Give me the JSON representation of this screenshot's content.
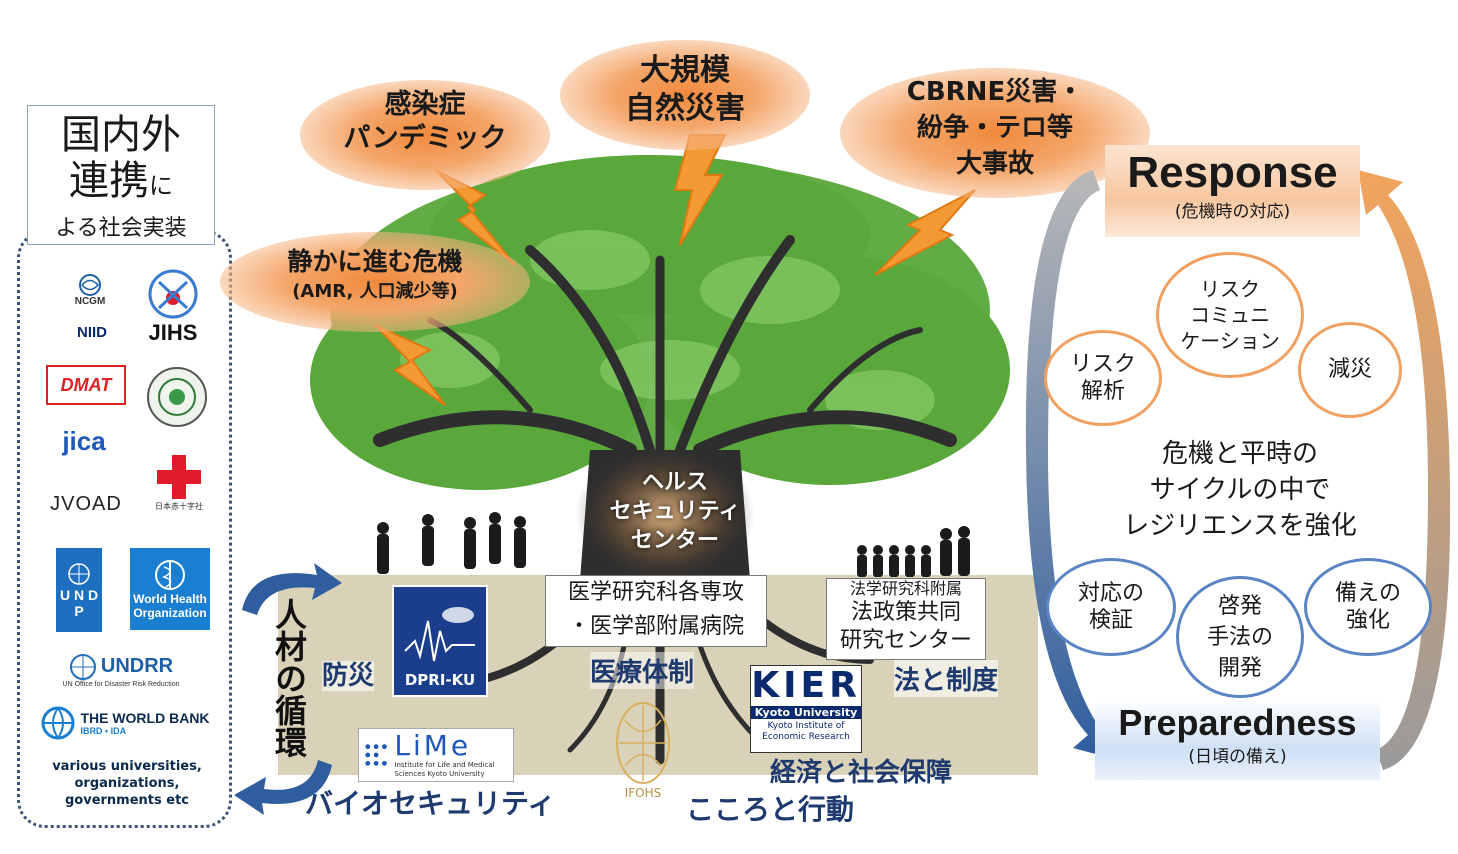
{
  "partners": {
    "title_line1": "国内外",
    "title_line2_big": "連携",
    "title_line2_small": "に",
    "title_line3": "よる社会実装",
    "logos": {
      "ncgm": "NCGM",
      "niid": "NIID",
      "jihs": "JIHS",
      "dmat": "DMAT",
      "jica": "jica",
      "jvoad": "JVOAD",
      "redcross_caption": "日本赤十字社",
      "undp": "U N D P",
      "who": "World Health Organization",
      "undrr": "UNDRR",
      "undrr_caption": "UN Office for Disaster Risk Reduction",
      "worldbank": "THE WORLD BANK",
      "worldbank_caption": "IBRD • IDA"
    },
    "footer": "various universities, organizations, governments etc"
  },
  "threats": {
    "pandemic": [
      "感染症",
      "パンデミック"
    ],
    "disaster": [
      "大規模",
      "自然災害"
    ],
    "cbrne": [
      "CBRNE災害・",
      "紛争・テロ等",
      "大事故"
    ],
    "silent_title": "静かに進む危機",
    "silent_sub": "(AMR, 人口減少等)"
  },
  "center": [
    "ヘルス",
    "セキュリティ",
    "センター"
  ],
  "human_resources": "人材の循環",
  "pillars": {
    "bousai": "防災",
    "dpri": "DPRI-KU",
    "medical_box": [
      "医学研究科各専攻",
      "・医学部附属病院"
    ],
    "medical": "医療体制",
    "law_box_top": "法学研究科附属",
    "law_box": [
      "法政策共同",
      "研究センター"
    ],
    "law": "法と制度",
    "kier": "KIER",
    "kier_caption": "Kyoto University",
    "kier_sub": "Kyoto Institute of Economic Research",
    "economy": "経済と社会保障",
    "lime": "LiMe",
    "lime_caption": "Institute for Life and Medical Sciences Kyoto University",
    "biosecurity": "バイオセキュリティ",
    "ifohs": "IFOHS",
    "mind": "こころと行動"
  },
  "cycle": {
    "response": "Response",
    "response_sub": "(危機時の対応)",
    "preparedness": "Preparedness",
    "preparedness_sub": "(日頃の備え)",
    "center_text": [
      "危機と平時の",
      "サイクルの中で",
      "レジリエンスを強化"
    ],
    "top_circles": {
      "risk_comm": [
        "リスク",
        "コミュニ",
        "ケーション"
      ],
      "risk_analysis": [
        "リスク",
        "解析"
      ],
      "mitigation": "減災"
    },
    "bottom_circles": {
      "verification": [
        "対応の",
        "検証"
      ],
      "method": [
        "啓発",
        "手法の",
        "開発"
      ],
      "prepare": [
        "備えの",
        "強化"
      ]
    }
  },
  "colors": {
    "orange": "#f08a3c",
    "navy": "#1f3a6e",
    "leaf": "#5aa83c",
    "trunk": "#2e2e2e",
    "ground": "#d9d2b8"
  }
}
